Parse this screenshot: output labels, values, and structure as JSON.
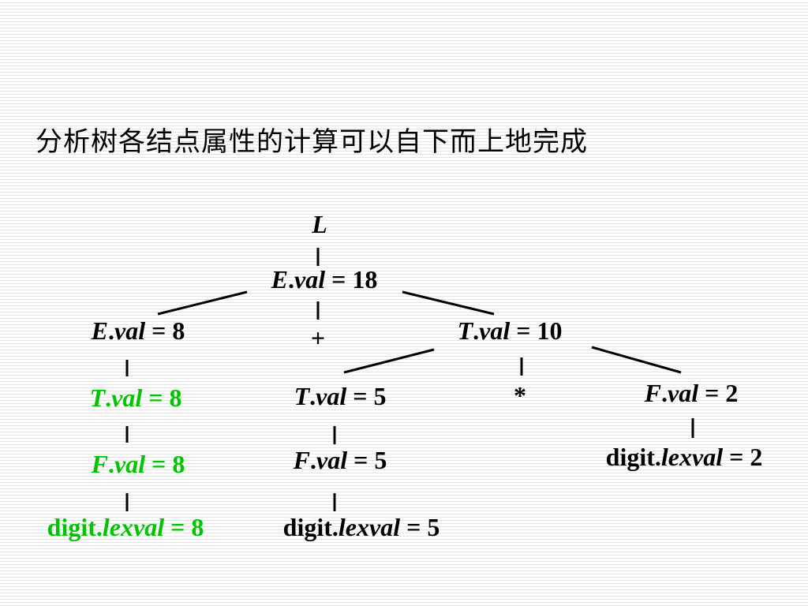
{
  "title": "分析树各结点属性的计算可以自下而上地完成",
  "tree": {
    "root": "L",
    "nodes": [
      {
        "id": "E18",
        "sym": "E",
        "attr": "val",
        "value": "18"
      },
      {
        "id": "E8",
        "sym": "E",
        "attr": "val",
        "value": "8"
      },
      {
        "id": "PLUS",
        "text": "+"
      },
      {
        "id": "T10",
        "sym": "T",
        "attr": "val",
        "value": "10"
      },
      {
        "id": "T8",
        "sym": "T",
        "attr": "val",
        "value": "8",
        "highlight": true
      },
      {
        "id": "T5",
        "sym": "T",
        "attr": "val",
        "value": "5"
      },
      {
        "id": "STAR",
        "text": "*"
      },
      {
        "id": "F2",
        "sym": "F",
        "attr": "val",
        "value": "2"
      },
      {
        "id": "F8",
        "sym": "F",
        "attr": "val",
        "value": "8",
        "highlight": true
      },
      {
        "id": "F5",
        "sym": "F",
        "attr": "val",
        "value": "5"
      },
      {
        "id": "D2",
        "sym": "digit",
        "attr": "lexval",
        "value": "2"
      },
      {
        "id": "D8",
        "sym": "digit",
        "attr": "lexval",
        "value": "8",
        "highlight": true
      },
      {
        "id": "D5",
        "sym": "digit",
        "attr": "lexval",
        "value": "5"
      }
    ]
  },
  "colors": {
    "text": "#000000",
    "highlight": "#00c400",
    "stripe": "#e4e4e4"
  }
}
